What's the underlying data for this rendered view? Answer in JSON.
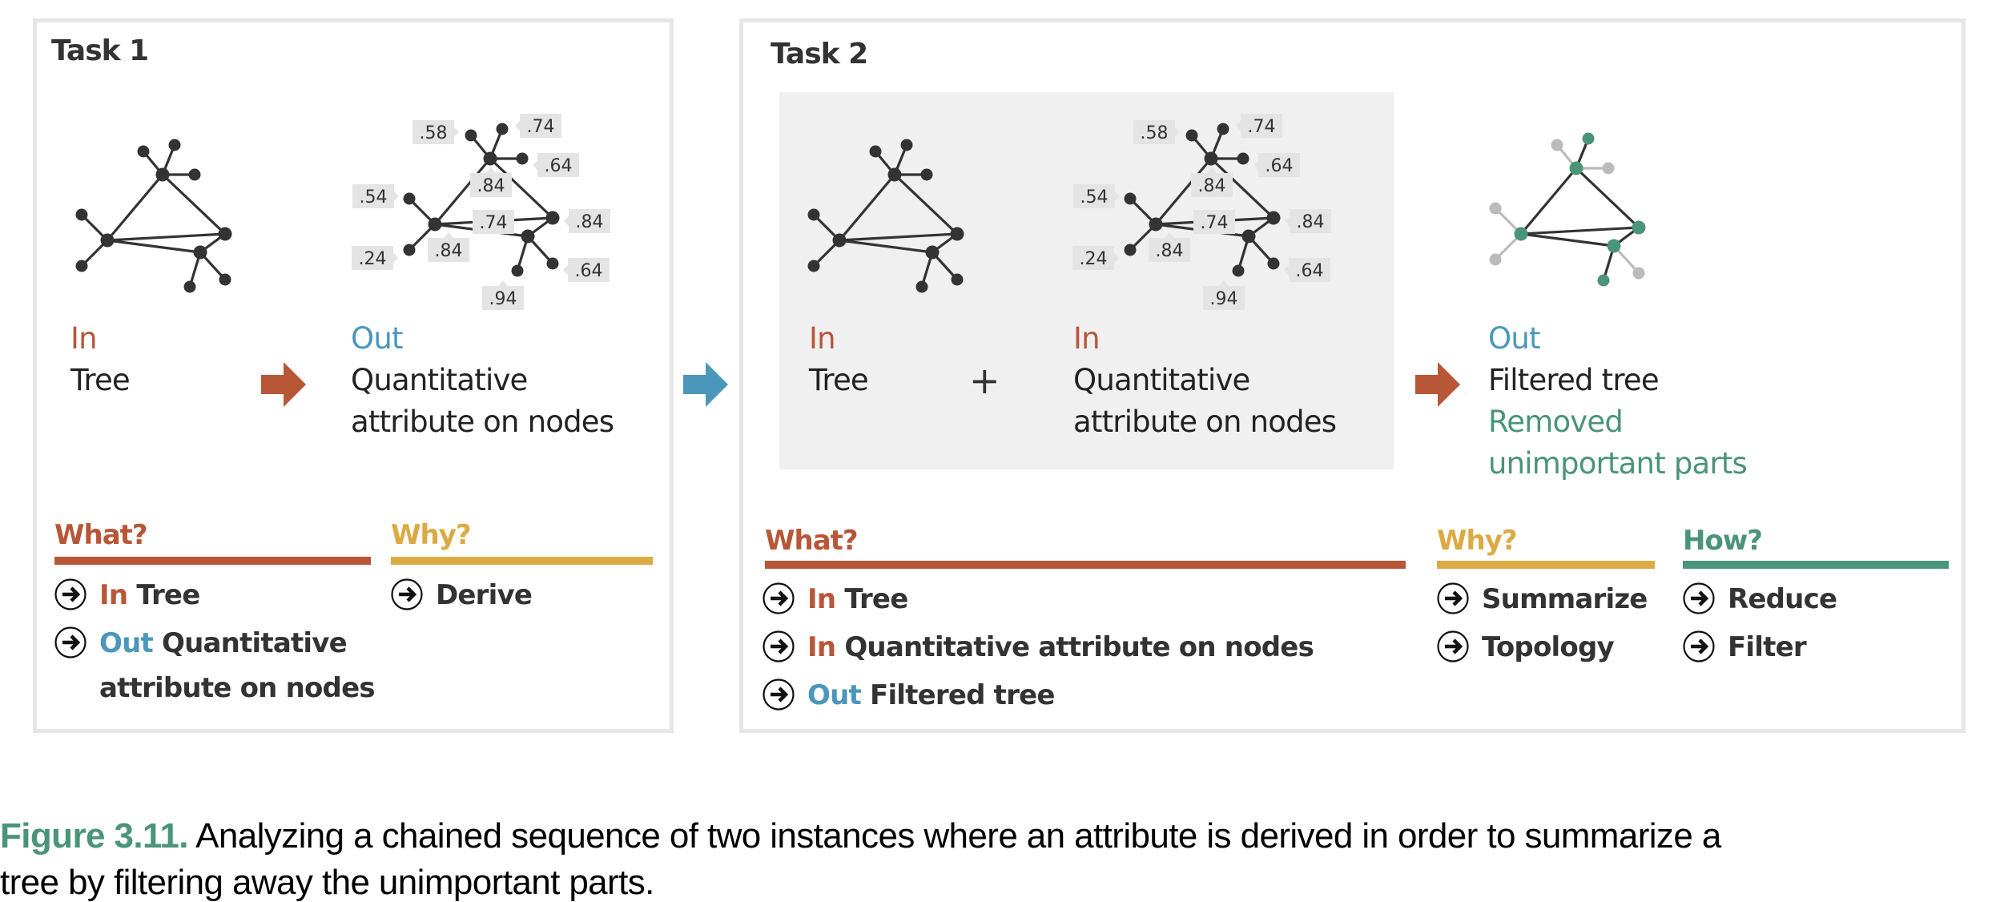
{
  "colors": {
    "what": "#b85638",
    "why": "#dcaa43",
    "how": "#4a9479",
    "in": "#b85638",
    "out": "#4b97bb",
    "kept": "#4a9479",
    "removed": "#bbbbbb",
    "node": "#333333",
    "label_bg": "#e4e4e4",
    "arrow_task": "#b85638",
    "arrow_chain": "#4b97bb"
  },
  "task1": {
    "title": "Task 1",
    "input": {
      "role": "In",
      "text": "Tree"
    },
    "output": {
      "role": "Out",
      "lines": [
        "Quantitative",
        "attribute on nodes"
      ]
    },
    "what": {
      "heading": "What?",
      "items": [
        {
          "role": "In",
          "text": "Tree"
        },
        {
          "role": "Out",
          "text": "Quantitative",
          "cont": "attribute on nodes"
        }
      ]
    },
    "why": {
      "heading": "Why?",
      "items": [
        "Derive"
      ]
    }
  },
  "task2": {
    "title": "Task 2",
    "input1": {
      "role": "In",
      "text": "Tree"
    },
    "plus": "+",
    "input2": {
      "role": "In",
      "lines": [
        "Quantitative",
        "attribute on nodes"
      ]
    },
    "output": {
      "role": "Out",
      "text": "Filtered tree",
      "note_lines": [
        "Removed",
        "unimportant parts"
      ]
    },
    "what": {
      "heading": "What?",
      "items": [
        {
          "role": "In",
          "text": "Tree"
        },
        {
          "role": "In",
          "text": "Quantitative attribute on nodes"
        },
        {
          "role": "Out",
          "text": "Filtered tree"
        }
      ]
    },
    "why": {
      "heading": "Why?",
      "items": [
        "Summarize",
        "Topology"
      ]
    },
    "how": {
      "heading": "How?",
      "items": [
        "Reduce",
        "Filter"
      ]
    }
  },
  "attribute_values": {
    "top_leaf_left": ".58",
    "top_leaf_up": ".74",
    "top_leaf_right": ".64",
    "top_hub": ".84",
    "left_leaf_up": ".54",
    "left_leaf_down": ".24",
    "left_hub": ".84",
    "right_hub": ".84",
    "bottom_hub": ".74",
    "bottom_leaf_right": ".64",
    "bottom_leaf_down": ".94"
  },
  "filtered_tree": {
    "kept": [
      "top_hub",
      "top_leaf_up",
      "left_hub",
      "right_hub",
      "bottom_hub",
      "bottom_leaf_down"
    ],
    "removed": [
      "top_leaf_left",
      "top_leaf_right",
      "left_leaf_up",
      "left_leaf_down",
      "bottom_leaf_right"
    ]
  },
  "caption": {
    "figure_label": "Figure 3.11.",
    "line1": " Analyzing a chained sequence of two instances where an attribute is derived in order to summarize a",
    "line2": "tree by filtering away the unimportant parts."
  }
}
